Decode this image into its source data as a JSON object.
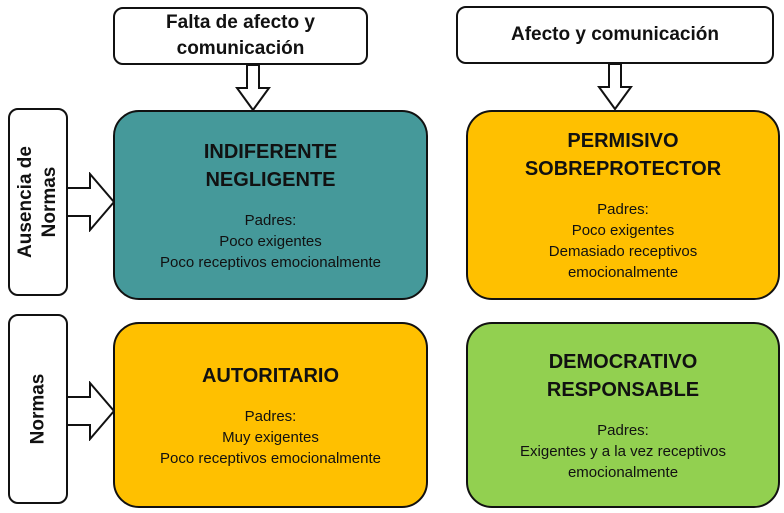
{
  "columns": [
    {
      "label_line1": "Falta de afecto y",
      "label_line2": "comunicación"
    },
    {
      "label": "Afecto y comunicación"
    }
  ],
  "rows": [
    {
      "label_line1": "Ausencia de",
      "label_line2": "Normas"
    },
    {
      "label": "Normas"
    }
  ],
  "cards": [
    {
      "title_line1": "INDIFERENTE",
      "title_line2": "NEGLIGENTE",
      "lines": [
        "Padres:",
        "Poco exigentes",
        "Poco receptivos emocionalmente"
      ],
      "color": "#45999A"
    },
    {
      "title_line1": "PERMISIVO",
      "title_line2": "SOBREPROTECTOR",
      "lines": [
        "Padres:",
        "Poco exigentes",
        "Demasiado receptivos",
        "emocionalmente"
      ],
      "color": "#FFC000"
    },
    {
      "title_line1": "AUTORITARIO",
      "lines": [
        "Padres:",
        "Muy  exigentes",
        "Poco receptivos emocionalmente"
      ],
      "color": "#FFC000"
    },
    {
      "title_line1": "DEMOCRATIVO",
      "title_line2": "RESPONSABLE",
      "lines": [
        "Padres:",
        "Exigentes y a la vez receptivos",
        "emocionalmente"
      ],
      "color": "#92D050"
    }
  ]
}
